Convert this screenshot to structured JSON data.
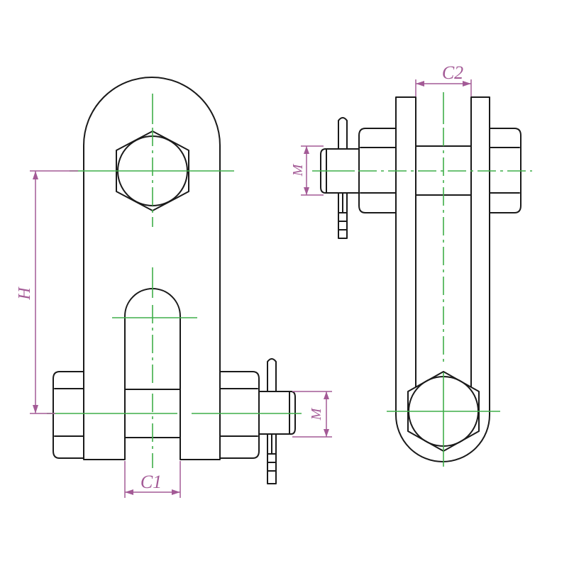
{
  "colors": {
    "outline": "#1a1a1a",
    "centerline": "#3fae49",
    "dimension": "#a35a96",
    "background": "#ffffff"
  },
  "dimensions": {
    "c1_label": "C1",
    "c2_label": "C2",
    "h_label": "H",
    "m_label": "M"
  }
}
